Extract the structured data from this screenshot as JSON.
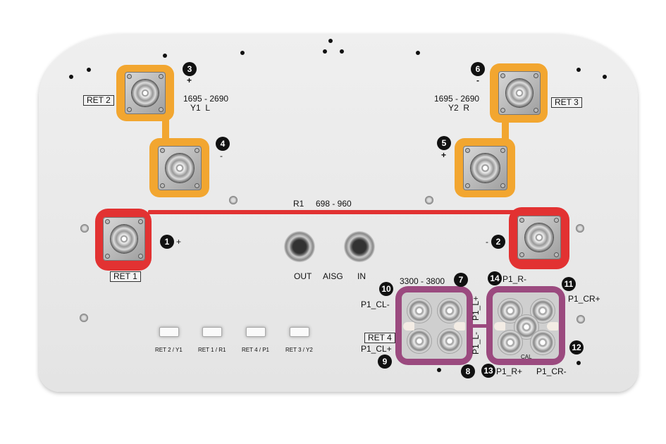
{
  "ports": {
    "ret2": {
      "label": "RET 2",
      "badge_top": "3",
      "sign_top": "+",
      "freq": "1695 - 2690",
      "band": "Y1  L",
      "badge_bottom": "4",
      "sign_bottom": "-"
    },
    "ret3": {
      "label": "RET 3",
      "badge_top": "6",
      "sign_top": "-",
      "freq": "1695 - 2690",
      "band": "Y2  R",
      "badge_bottom": "5",
      "sign_bottom": "+"
    },
    "ret1": {
      "label": "RET 1",
      "band": "R1",
      "freq": "698 - 960",
      "badge_left": "1",
      "sign_left": "+",
      "badge_right": "2",
      "sign_right": "-"
    },
    "aisg": {
      "out": "OUT",
      "label": "AISG",
      "in": "IN"
    },
    "ret4": {
      "label": "RET 4",
      "freq": "3300 - 3800",
      "badge_freq": "7",
      "badge_8": "8",
      "badge_9": "9",
      "badge_10": "10",
      "badge_11": "11",
      "badge_12": "12",
      "badge_13": "13",
      "badge_14": "14",
      "p1_cl_minus": "P1_CL-",
      "p1_cl_plus": "P1_CL+",
      "p1_l_plus": "P1_L+",
      "p1_l_minus": "P1_L-",
      "p1_r_minus": "P1_R-",
      "p1_r_plus": "P1_R+",
      "p1_cr_plus": "P1_CR+",
      "p1_cr_minus": "P1_CR-",
      "cal": "CAL"
    }
  },
  "leds": [
    "RET 2 / Y1",
    "RET 1 / R1",
    "RET 4 / P1",
    "RET 3 / Y2"
  ],
  "colors": {
    "yellow_band": "#f2a630",
    "red_band": "#e23232",
    "purple_band": "#9b4a7f"
  }
}
